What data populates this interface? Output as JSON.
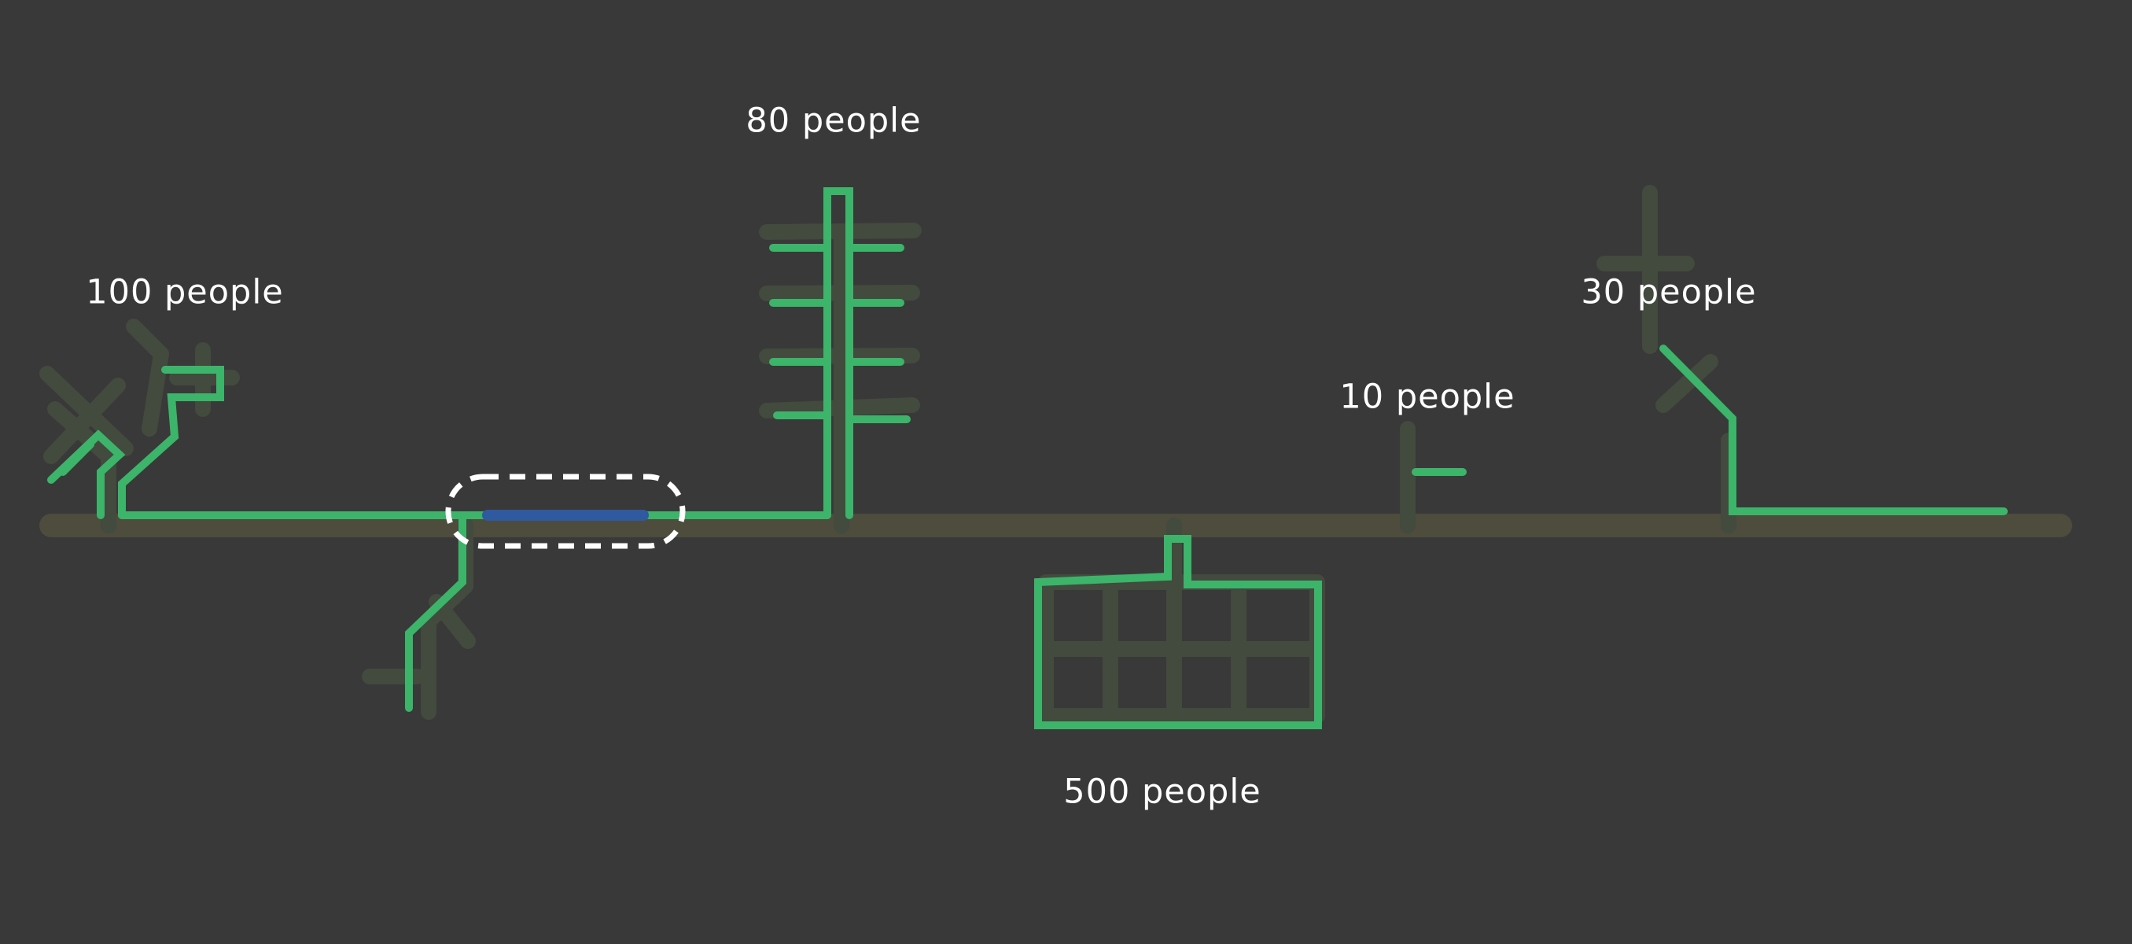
{
  "colors": {
    "background": "#393939",
    "main_line": "#4d4c3d",
    "faded_branch": "#434a3e",
    "active_network": "#3cb46a",
    "highlight_segment": "#2f5aa0",
    "selection_outline": "#ffffff",
    "label_text": "#ffffff"
  },
  "labels": {
    "house_cluster_left": "100 people",
    "tower_block": "80 people",
    "factory": "500 people",
    "small_house": "10 people",
    "house_cluster_right": "30 people"
  }
}
